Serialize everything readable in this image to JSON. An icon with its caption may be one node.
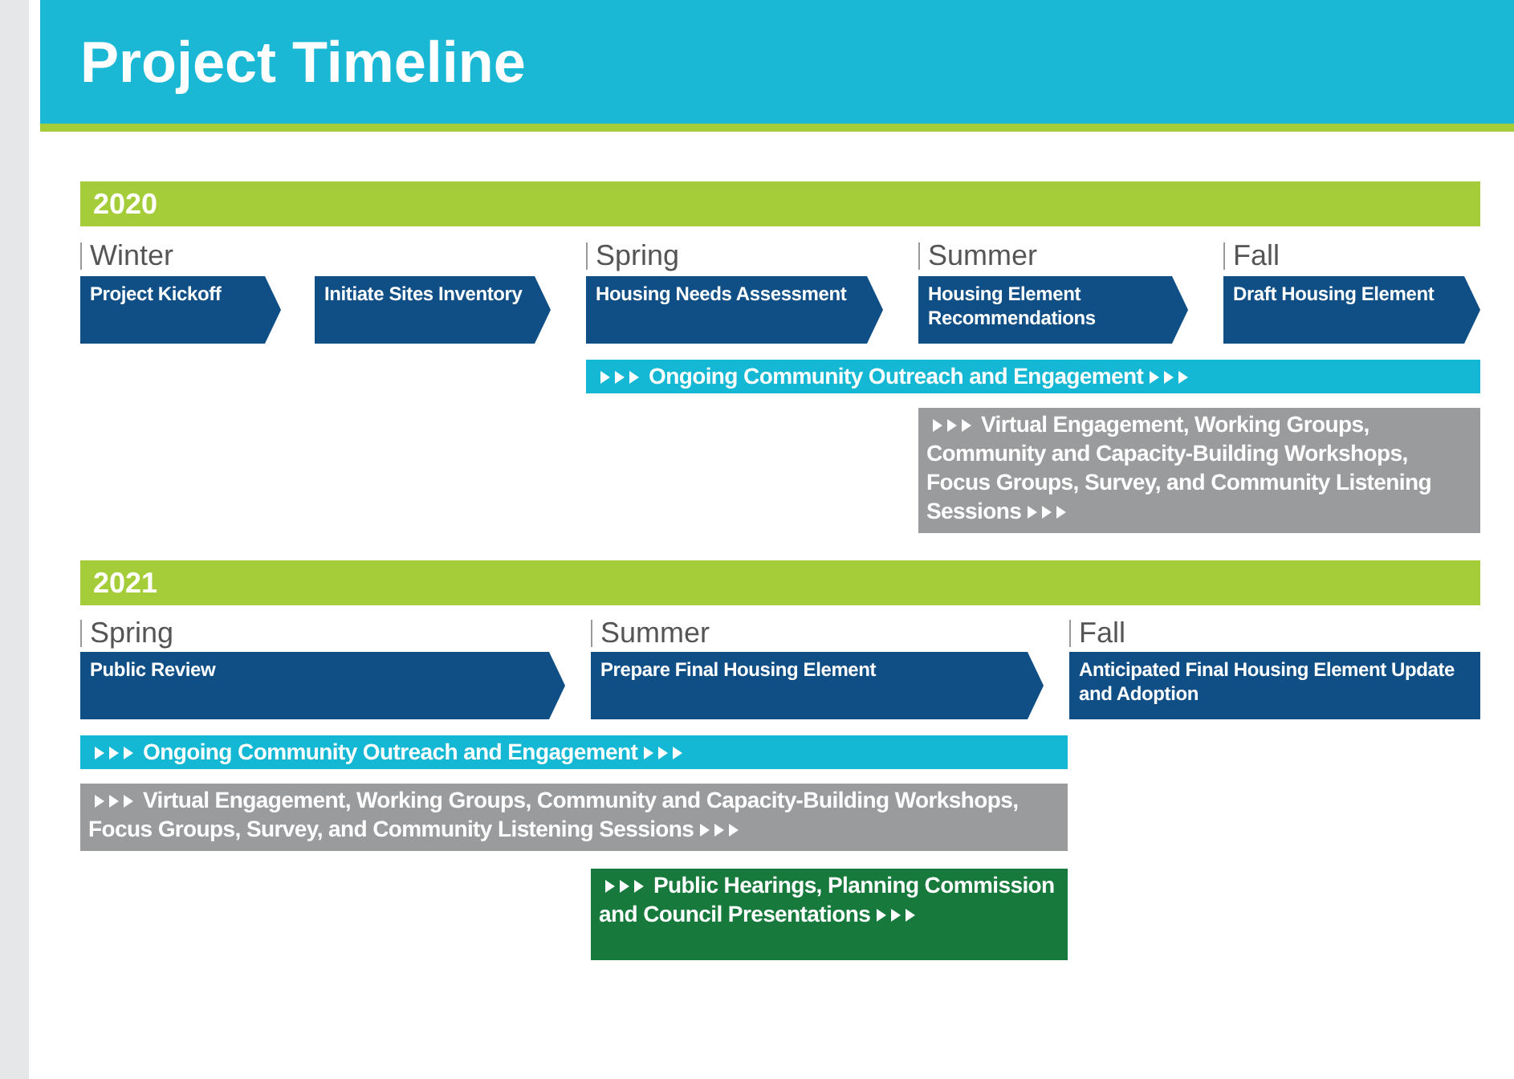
{
  "diagram": {
    "title": "Project Timeline",
    "nodes": [
      {
        "text": [
          "2020"
        ]
      },
      {
        "text": [
          "Project Kickoff"
        ]
      },
      {
        "text": [
          "Initiate Sites Inventory"
        ]
      },
      {
        "text": [
          "Housing Needs Assessment"
        ]
      },
      {
        "text": [
          "Housing Element Recommendations"
        ]
      },
      {
        "text": [
          "Draft Housing Element"
        ]
      },
      {
        "text": [
          "Ongoing Community Outreach and Engagement"
        ]
      },
      {
        "text": [
          "Virtual Engagement, Working Groups, Community and Capacity-Building Workshops, Focus Groups, Survey, and Community Listening Sessions"
        ]
      },
      {
        "text": [
          "2021"
        ]
      },
      {
        "text": [
          "Public Review"
        ]
      },
      {
        "text": [
          "Prepare Final Housing Element"
        ]
      },
      {
        "text": [
          "Anticipated Final Housing Element Update and Adoption"
        ]
      },
      {
        "text": [
          "Ongoing Community Outreach and Engagement"
        ]
      },
      {
        "text": [
          "Virtual Engagement, Working Groups, Community and Capacity-Building Workshops, Focus Groups, Survey, and Community Listening Sessions"
        ]
      },
      {
        "text": [
          "Public Hearings, Planning Commission and Council Presentations"
        ]
      }
    ],
    "labels": [
      "Winter",
      "Spring",
      "Summer",
      "Fall",
      "Spring",
      "Summer",
      "Fall"
    ]
  }
}
